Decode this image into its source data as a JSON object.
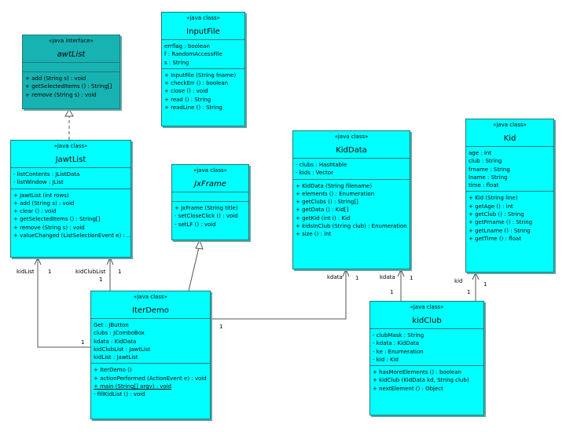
{
  "classes": {
    "awtlist": {
      "stereotype": "«java interface»",
      "name": "awtList",
      "attributes": [],
      "methods": [
        "+ add (String s) : void",
        "+ getSelectedItems () : String[]",
        "+ remove (String s) : void"
      ]
    },
    "inputfile": {
      "stereotype": "«java class»",
      "name": "InputFile",
      "attributes": [
        "errflag  : boolean",
        "f  : RandomAccessFile",
        "s  : String"
      ],
      "methods": [
        "+ InputFile (String fname)",
        "+ checkErr () : boolean",
        "+ close () : void",
        "+ read () : String",
        "+ readLine () : String"
      ]
    },
    "jawtlist": {
      "stereotype": "«java class»",
      "name": "JawtList",
      "attributes": [
        "- listContents  : JListData",
        "- listWindow  : JList"
      ],
      "methods": [
        "+ JawtList (int rows)",
        "+ add (String s) : void",
        "+ clear () : void",
        "+ getSelectedItems () : String[]",
        "+ remove (String s) : void",
        "+ valueChanged (ListSelectionEvent e) : ..."
      ]
    },
    "jxframe": {
      "stereotype": "«java class»",
      "name": "JxFrame",
      "attributes": [],
      "methods": [
        "+ JxFrame (String title)",
        "- setCloseClick () : void",
        "- setLF () : void"
      ]
    },
    "kiddata": {
      "stereotype": "«java class»",
      "name": "KidData",
      "attributes": [
        "- clubs  : Hashtable",
        "- kids  : Vector"
      ],
      "methods": [
        "+ KidData (String filename)",
        "+ elements () : Enumeration",
        "+ getClubs () : String[]",
        "+ getData () : Kid[]",
        "+ getKid (int i) : Kid",
        "+ kidsInClub (String club) : Enumeration",
        "+ size () : int"
      ]
    },
    "kid": {
      "stereotype": "«java class»",
      "name": "Kid",
      "attributes": [
        "age  : int",
        "club  : String",
        "frname  : String",
        "lname  : String",
        "time  : float"
      ],
      "methods": [
        "+ Kid (String line)",
        "+ getAge () : int",
        "+ getClub () : String",
        "+ getFrname () : String",
        "+ getLname () : String",
        "+ getTime () : float"
      ]
    },
    "iterdemo": {
      "stereotype": "«java class»",
      "name": "IterDemo",
      "attributes": [
        "Get  : JButton",
        "clubs  : JComboBox",
        "kdata  : KidData",
        "kidClubList  : JawtList",
        "kidList  : JawtList"
      ],
      "methods": [
        "+ IterDemo ()",
        "+ actionPerformed (ActionEvent e) : void",
        "+ main (String[] argv) : void",
        "- fillKidList () : void"
      ]
    },
    "kidclub": {
      "stereotype": "«java class»",
      "name": "kidClub",
      "attributes": [
        "- clubMask  : String",
        "- kdata  : KidData",
        "- ke  : Enumeration",
        "- kid  : Kid"
      ],
      "methods": [
        "+ hasMoreElements () : boolean",
        "+ kidClub (KidData kd, String club)",
        "+ nextElement () : Object"
      ]
    }
  },
  "labels": {
    "kidList": "kidList",
    "kidList_mult": "1",
    "kidClubList": "kidClubList",
    "kidClubList_mult_a": "1",
    "kidClubList_mult_b": "1",
    "iter_left_mult": "1",
    "iter_kdata_mult": "1",
    "kdata1": "kdata",
    "kdata1_mult": "1",
    "kdata2": "kdata",
    "kdata2_mult_a": "1",
    "kdata2_mult_b": "1",
    "kid": "kid",
    "kid_mult_a": "1",
    "kid_mult_b": "1"
  }
}
